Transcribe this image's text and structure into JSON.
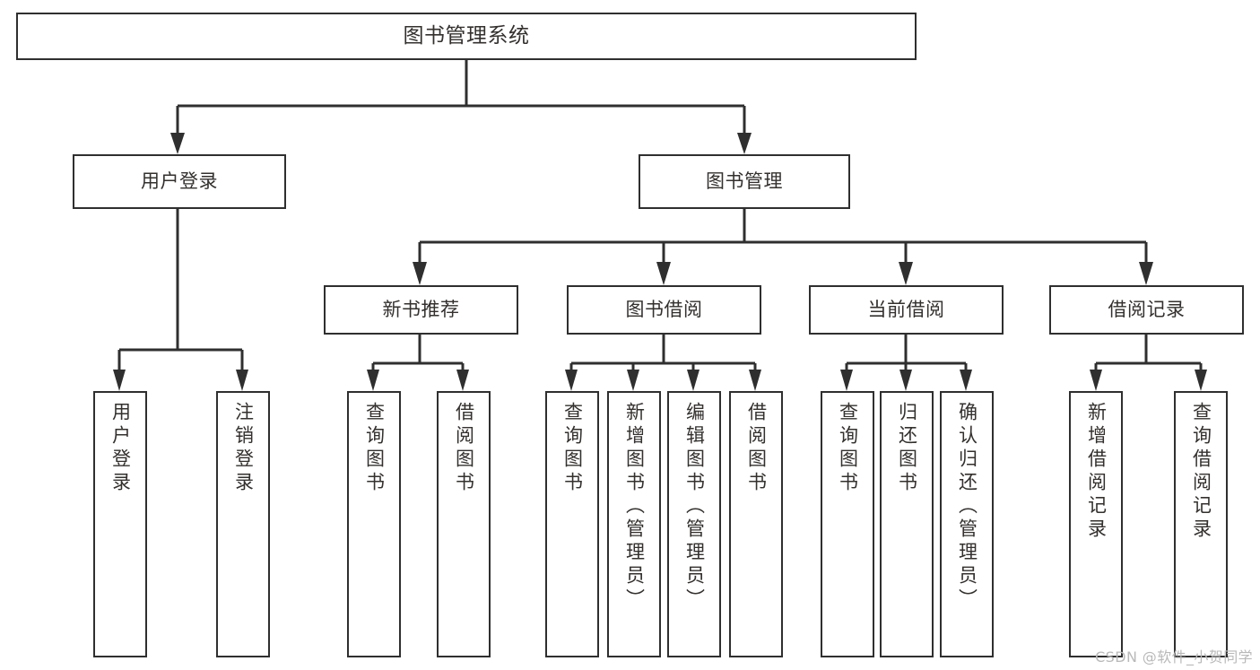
{
  "diagram": {
    "title": "图书管理系统",
    "type": "tree",
    "root": {
      "id": "root",
      "label": "图书管理系统"
    },
    "level1": [
      {
        "id": "user-login",
        "label": "用户登录"
      },
      {
        "id": "book-manage",
        "label": "图书管理"
      }
    ],
    "level2": [
      {
        "id": "new-book-recommend",
        "label": "新书推荐",
        "parent": "book-manage"
      },
      {
        "id": "book-borrow",
        "label": "图书借阅",
        "parent": "book-manage"
      },
      {
        "id": "current-borrow",
        "label": "当前借阅",
        "parent": "book-manage"
      },
      {
        "id": "borrow-record",
        "label": "借阅记录",
        "parent": "book-manage"
      }
    ],
    "leaves": [
      {
        "id": "leaf-user-login",
        "label": "用户登录",
        "parent": "user-login"
      },
      {
        "id": "leaf-user-logout",
        "label": "注销登录",
        "parent": "user-login"
      },
      {
        "id": "leaf-query-book-1",
        "label": "查询图书",
        "parent": "new-book-recommend"
      },
      {
        "id": "leaf-borrow-book-1",
        "label": "借阅图书",
        "parent": "new-book-recommend"
      },
      {
        "id": "leaf-query-book-2",
        "label": "查询图书",
        "parent": "book-borrow"
      },
      {
        "id": "leaf-add-book",
        "label": "新增图书（管理员）",
        "parent": "book-borrow"
      },
      {
        "id": "leaf-edit-book",
        "label": "编辑图书（管理员）",
        "parent": "book-borrow"
      },
      {
        "id": "leaf-borrow-book-2",
        "label": "借阅图书",
        "parent": "book-borrow"
      },
      {
        "id": "leaf-query-book-3",
        "label": "查询图书",
        "parent": "current-borrow"
      },
      {
        "id": "leaf-return-book",
        "label": "归还图书",
        "parent": "current-borrow"
      },
      {
        "id": "leaf-confirm-return",
        "label": "确认归还（管理员）",
        "parent": "current-borrow"
      },
      {
        "id": "leaf-add-record",
        "label": "新增借阅记录",
        "parent": "borrow-record"
      },
      {
        "id": "leaf-query-record",
        "label": "查询借阅记录",
        "parent": "borrow-record"
      }
    ]
  },
  "watermark": {
    "text": "CSDN @软件_小贺同学"
  },
  "colors": {
    "stroke": "#2f2f2f",
    "text": "#33302e",
    "background": "#ffffff",
    "watermark": "#b9b9b9"
  }
}
